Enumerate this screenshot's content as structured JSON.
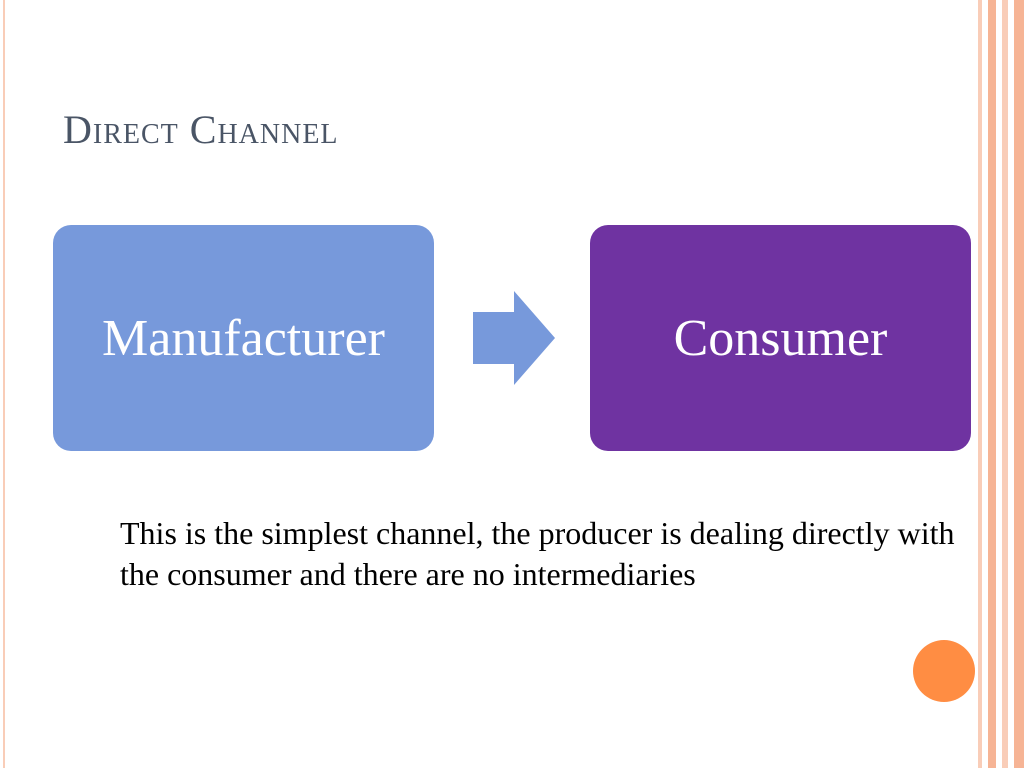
{
  "slide": {
    "title": "Direct Channel",
    "body_text": "This is the simplest channel, the producer is dealing directly with the consumer and there are no intermediaries"
  },
  "diagram": {
    "nodes": [
      {
        "label": "Manufacturer",
        "color": "#7799db"
      },
      {
        "label": "Consumer",
        "color": "#6f33a1"
      }
    ],
    "arrow": {
      "from": "Manufacturer",
      "to": "Consumer",
      "color": "#7799db"
    }
  },
  "colors": {
    "title_text": "#4a5566",
    "border_light": "#f9cdb8",
    "border_mid": "#f6b495",
    "accent_circle": "#ff8d43"
  }
}
